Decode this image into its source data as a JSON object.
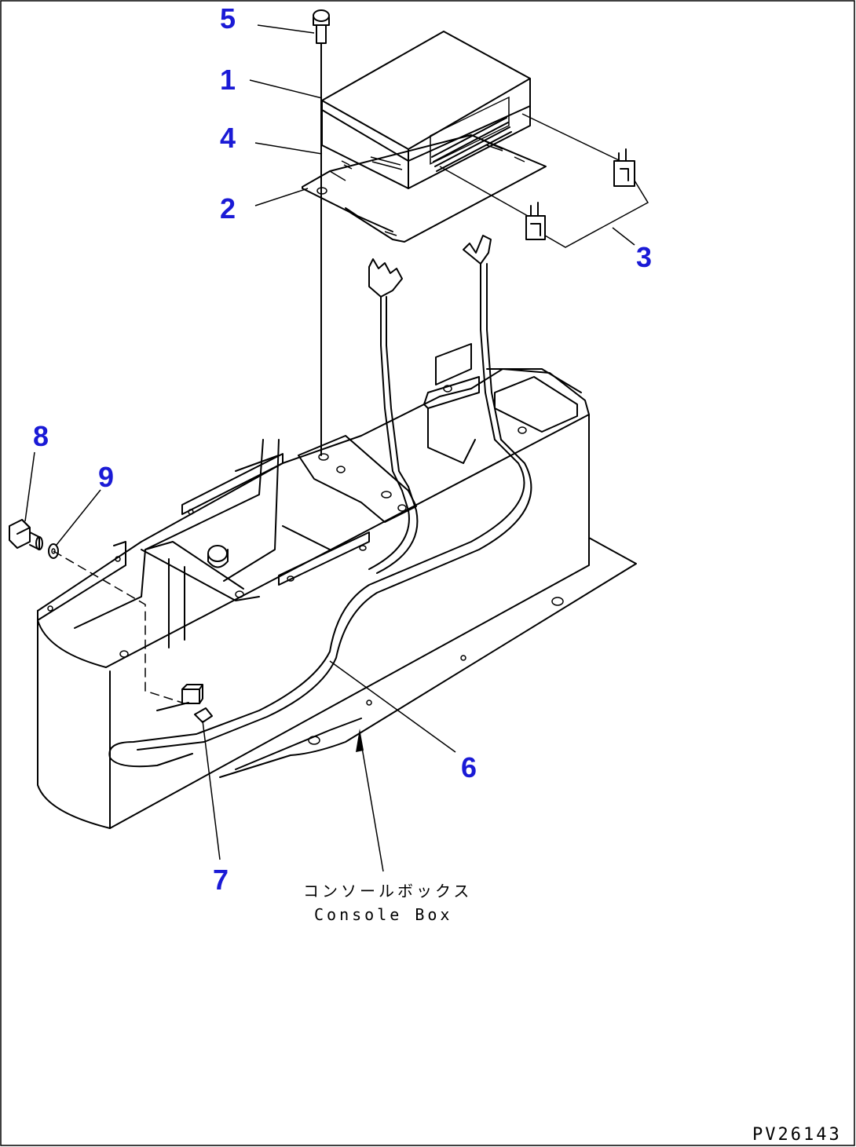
{
  "diagram": {
    "callouts": [
      "1",
      "2",
      "3",
      "4",
      "5",
      "6",
      "7",
      "8",
      "9"
    ],
    "caption_jp": "コンソールボックス",
    "caption_en": "Console Box",
    "drawing_code": "PV26143"
  }
}
